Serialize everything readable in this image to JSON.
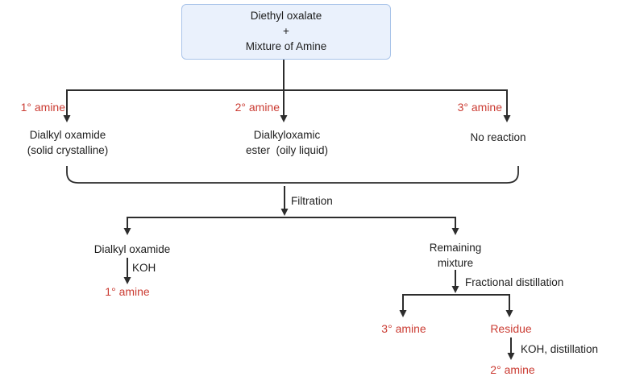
{
  "colors": {
    "red": "#cb3c33",
    "line": "#2d2d2d",
    "text": "#1e1e1e",
    "box-fill": "#eaf1fc",
    "box-border": "#a9c4e9"
  },
  "top_box": {
    "text": "Diethyl oxalate\n+\nMixture of Amine"
  },
  "branch_labels": {
    "primary": "1° amine",
    "secondary": "2° amine",
    "tertiary": "3° amine"
  },
  "products": {
    "primary": "Dialkyl oxamide\n(solid crystalline)",
    "secondary": "Dialkyloxamic\nester  (oily liquid)",
    "tertiary": "No reaction"
  },
  "filtration": {
    "label": "Filtration"
  },
  "oxamide_path": {
    "product": "Dialkyl oxamide",
    "reagent": "KOH",
    "result": "1° amine"
  },
  "mixture_path": {
    "product": "Remaining\nmixture",
    "step": "Fractional distillation",
    "distillate": "3° amine",
    "residue": "Residue",
    "residue_step": "KOH, distillation",
    "result": "2° amine"
  }
}
